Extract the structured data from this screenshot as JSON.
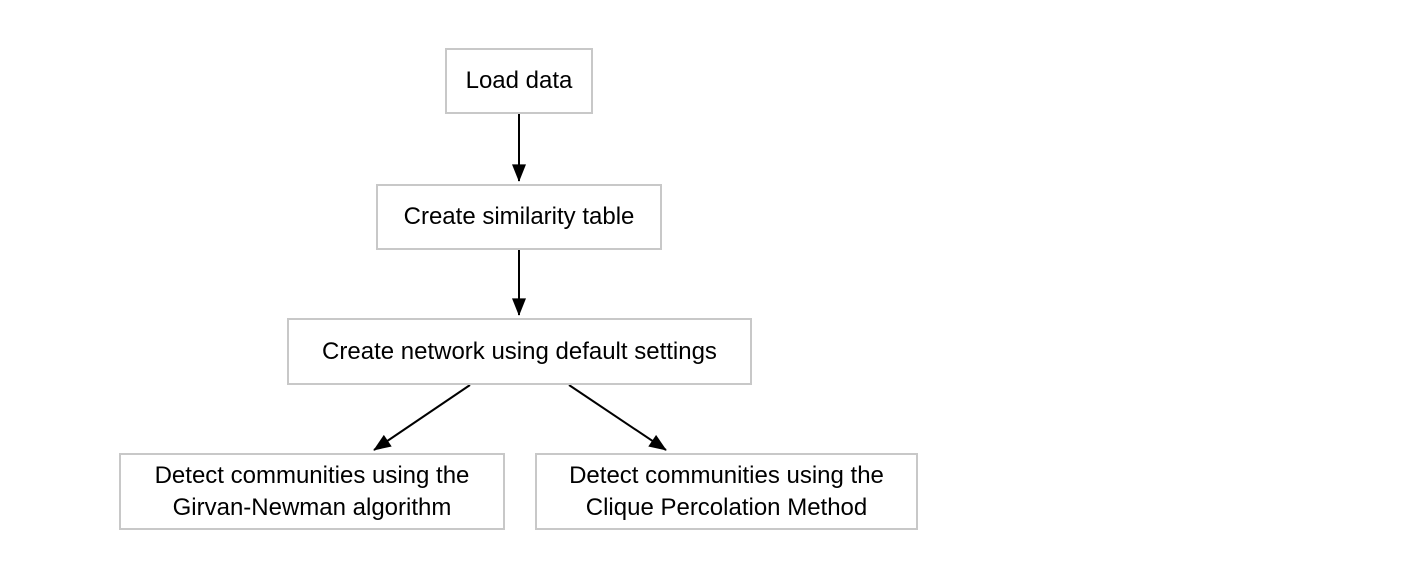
{
  "diagram": {
    "type": "flowchart",
    "colors": {
      "background": "#ffffff",
      "node_border": "#c8c8c8",
      "node_fill": "#ffffff",
      "text": "#000000",
      "arrow": "#000000"
    },
    "nodes": {
      "load_data": {
        "label": "Load data"
      },
      "create_similarity_table": {
        "label": "Create similarity table"
      },
      "create_network": {
        "label": "Create network using default settings"
      },
      "detect_girvan_newman": {
        "label": "Detect communities using the\nGirvan-Newman algorithm"
      },
      "detect_clique_percolation": {
        "label": "Detect communities using the\nClique Percolation Method"
      }
    },
    "edges": [
      {
        "from": "load_data",
        "to": "create_similarity_table"
      },
      {
        "from": "create_similarity_table",
        "to": "create_network"
      },
      {
        "from": "create_network",
        "to": "detect_girvan_newman"
      },
      {
        "from": "create_network",
        "to": "detect_clique_percolation"
      }
    ]
  }
}
